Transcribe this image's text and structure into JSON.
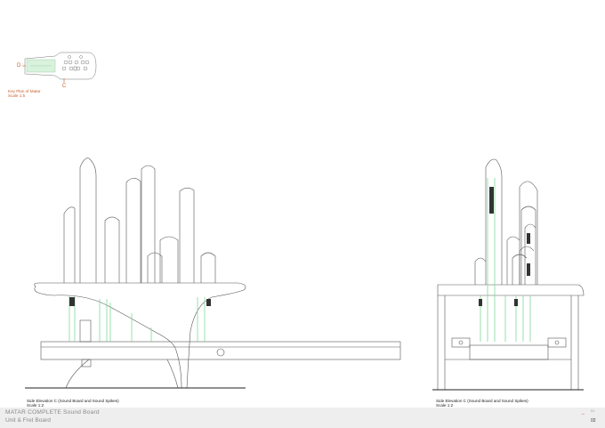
{
  "key_plan": {
    "title": "Key Plan of Matar",
    "scale": "Scale 1:5",
    "label_d": "D",
    "label_c": "C"
  },
  "elevations": [
    {
      "title": "Side Elevation C (Sound Board and Sound Spikes)",
      "scale": "Scale 1:2"
    },
    {
      "title": "Side Elevation C (Sound Board and Sound Spikes)",
      "scale": "Scale 1:2"
    }
  ],
  "title_block": {
    "project": "MATAR COMPLETE Sound Board",
    "sheet": "Unit & Fret Board",
    "sheet_prefix": "01",
    "sheet_number": "02"
  },
  "colors": {
    "accent": "#c8612e",
    "line": "#444444",
    "green": "#7fd99a",
    "dark_fill": "#333333"
  }
}
